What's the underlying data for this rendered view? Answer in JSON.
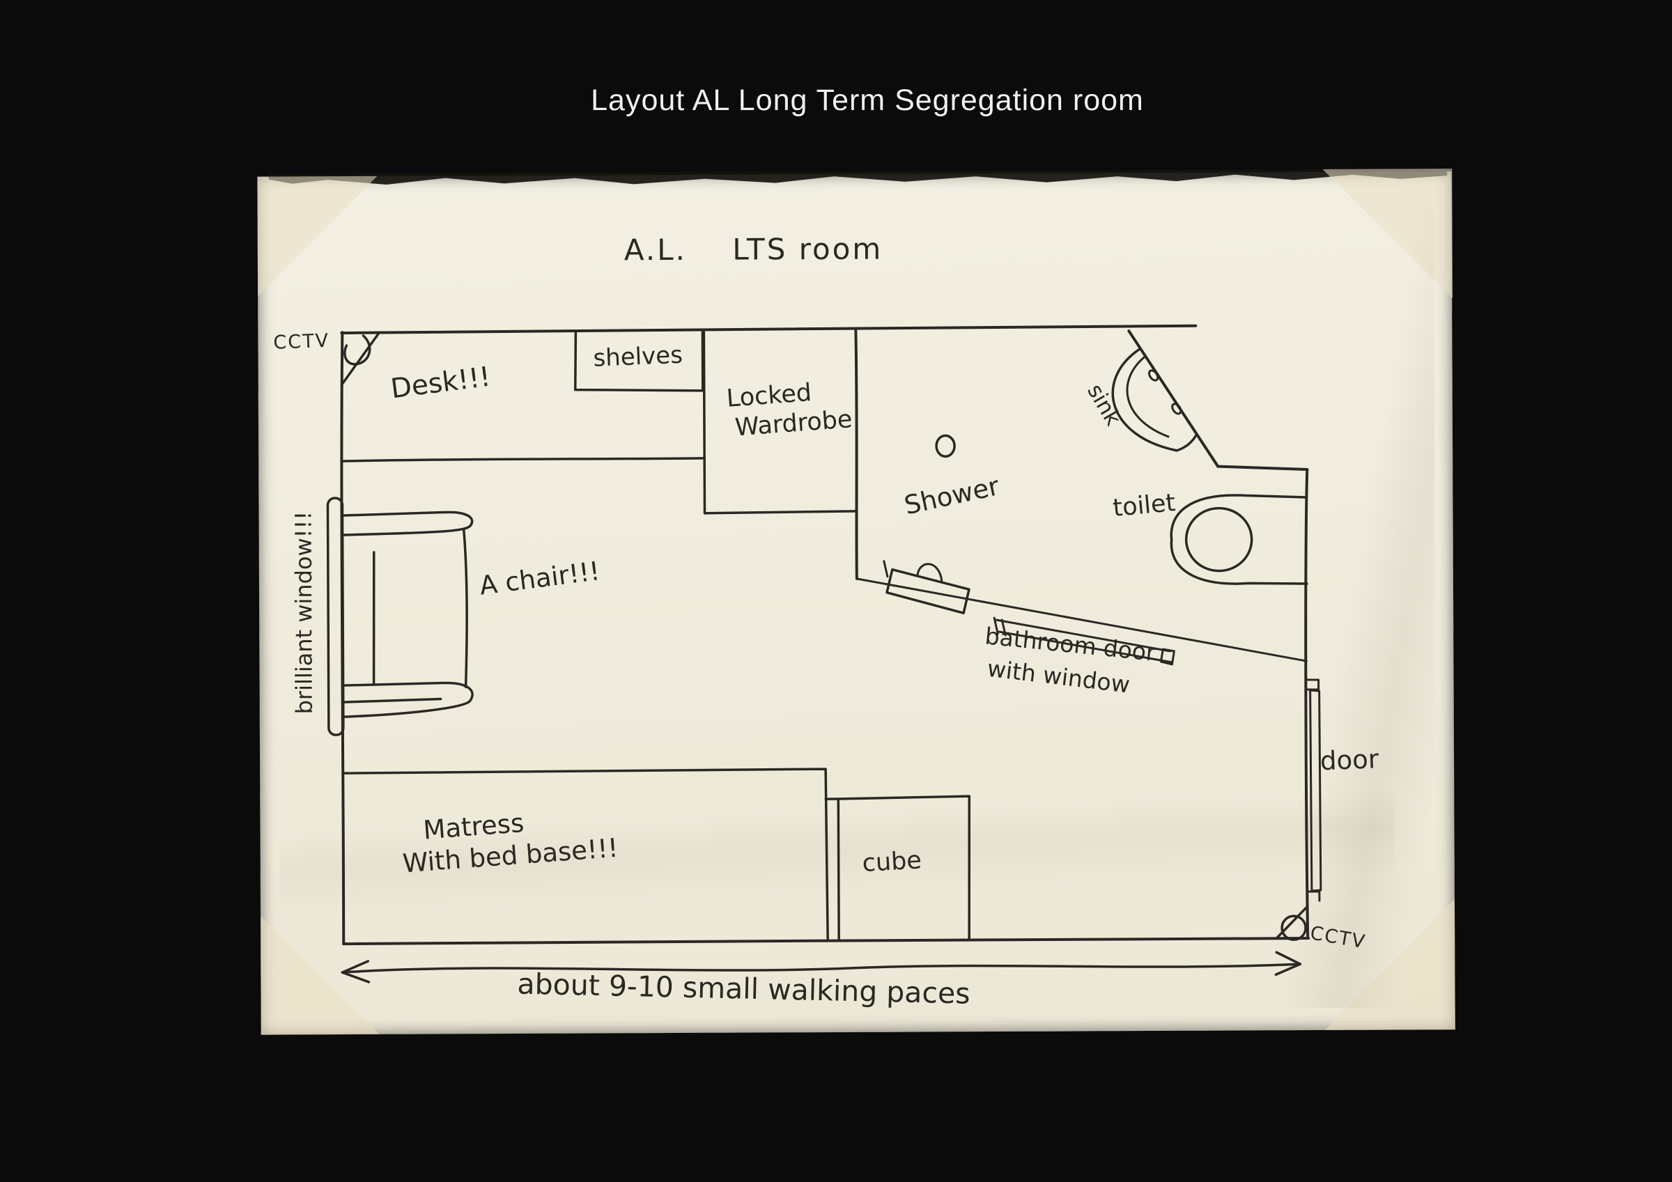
{
  "header": {
    "title": "Layout AL Long Term Segregation room"
  },
  "plan": {
    "title": "A.L.    LTS room",
    "labels": {
      "cctv_top": "CCTV",
      "desk": "Desk!!!",
      "shelves": "shelves",
      "wardrobe_line1": "Locked",
      "wardrobe_line2": "Wardrobe",
      "shower": "Shower",
      "sink": "sink",
      "toilet": "toilet",
      "bathroom_door_line1": "bathroom door",
      "bathroom_door_line2": "with window",
      "door": "door",
      "window": "brilliant window!!!",
      "chair": "A chair!!!",
      "mattress_line1": "Matress",
      "mattress_line2": "With bed base!!!",
      "cube": "cube",
      "cctv_bottom": "CCTV",
      "scale_note": "about 9-10 small walking paces"
    }
  },
  "colors": {
    "background": "#0b0b0c",
    "paper": "#f1ede0",
    "ink": "#2b2823",
    "title_text": "#f2f1ed"
  }
}
